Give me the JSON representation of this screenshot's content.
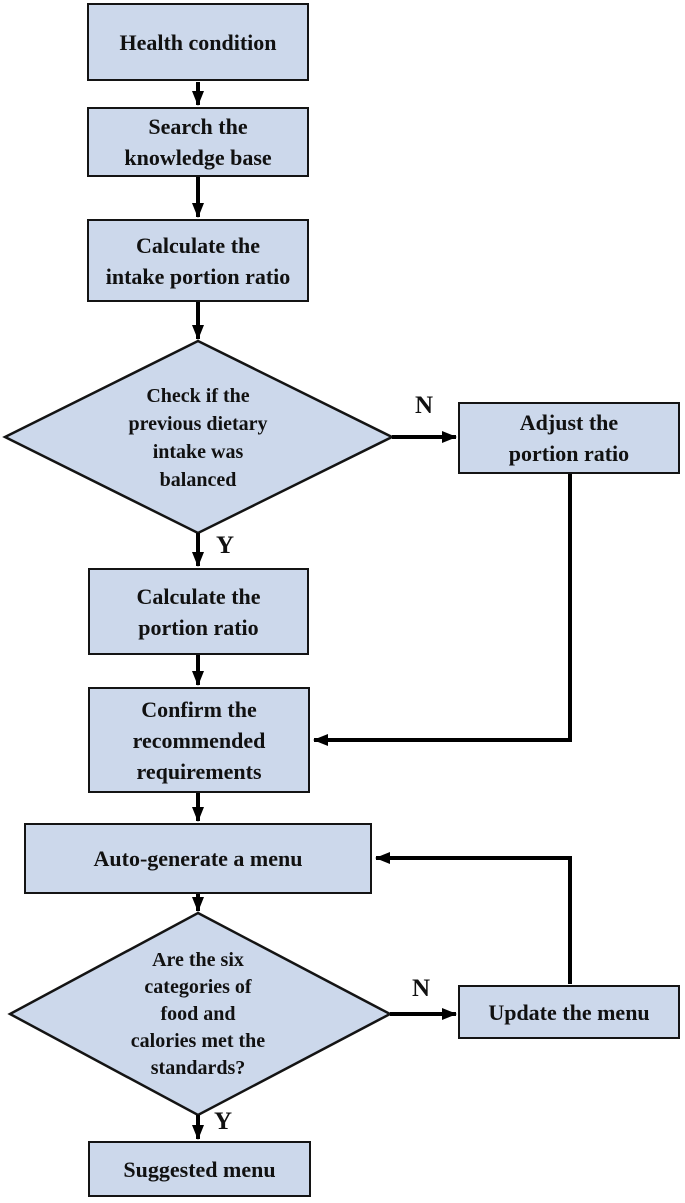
{
  "diagram": {
    "description": "Flowchart of a health-based automatic menu generation process",
    "colors": {
      "node_fill": "#ccd8eb",
      "node_border": "#141414",
      "connector": "#000000",
      "text": "#111111",
      "background": "#ffffff"
    },
    "nodes": {
      "health": {
        "label": "Health condition"
      },
      "search": {
        "label": "Search the\nknowledge base"
      },
      "calc_intake": {
        "label": "Calculate the\nintake portion ratio"
      },
      "decision_balanced": {
        "label": "Check if the\nprevious dietary\nintake was\nbalanced"
      },
      "adjust": {
        "label": "Adjust the\nportion ratio"
      },
      "calc_portion": {
        "label": "Calculate the\nportion ratio"
      },
      "confirm": {
        "label": "Confirm the\nrecommended\nrequirements"
      },
      "autogen": {
        "label": "Auto-generate a menu"
      },
      "decision_standards": {
        "label": "Are the six\ncategories of\nfood and\ncalories met the\nstandards?"
      },
      "update": {
        "label": "Update the menu"
      },
      "suggested": {
        "label": "Suggested menu"
      }
    },
    "branch_labels": {
      "balanced_no": "N",
      "balanced_yes": "Y",
      "standards_no": "N",
      "standards_yes": "Y"
    }
  }
}
